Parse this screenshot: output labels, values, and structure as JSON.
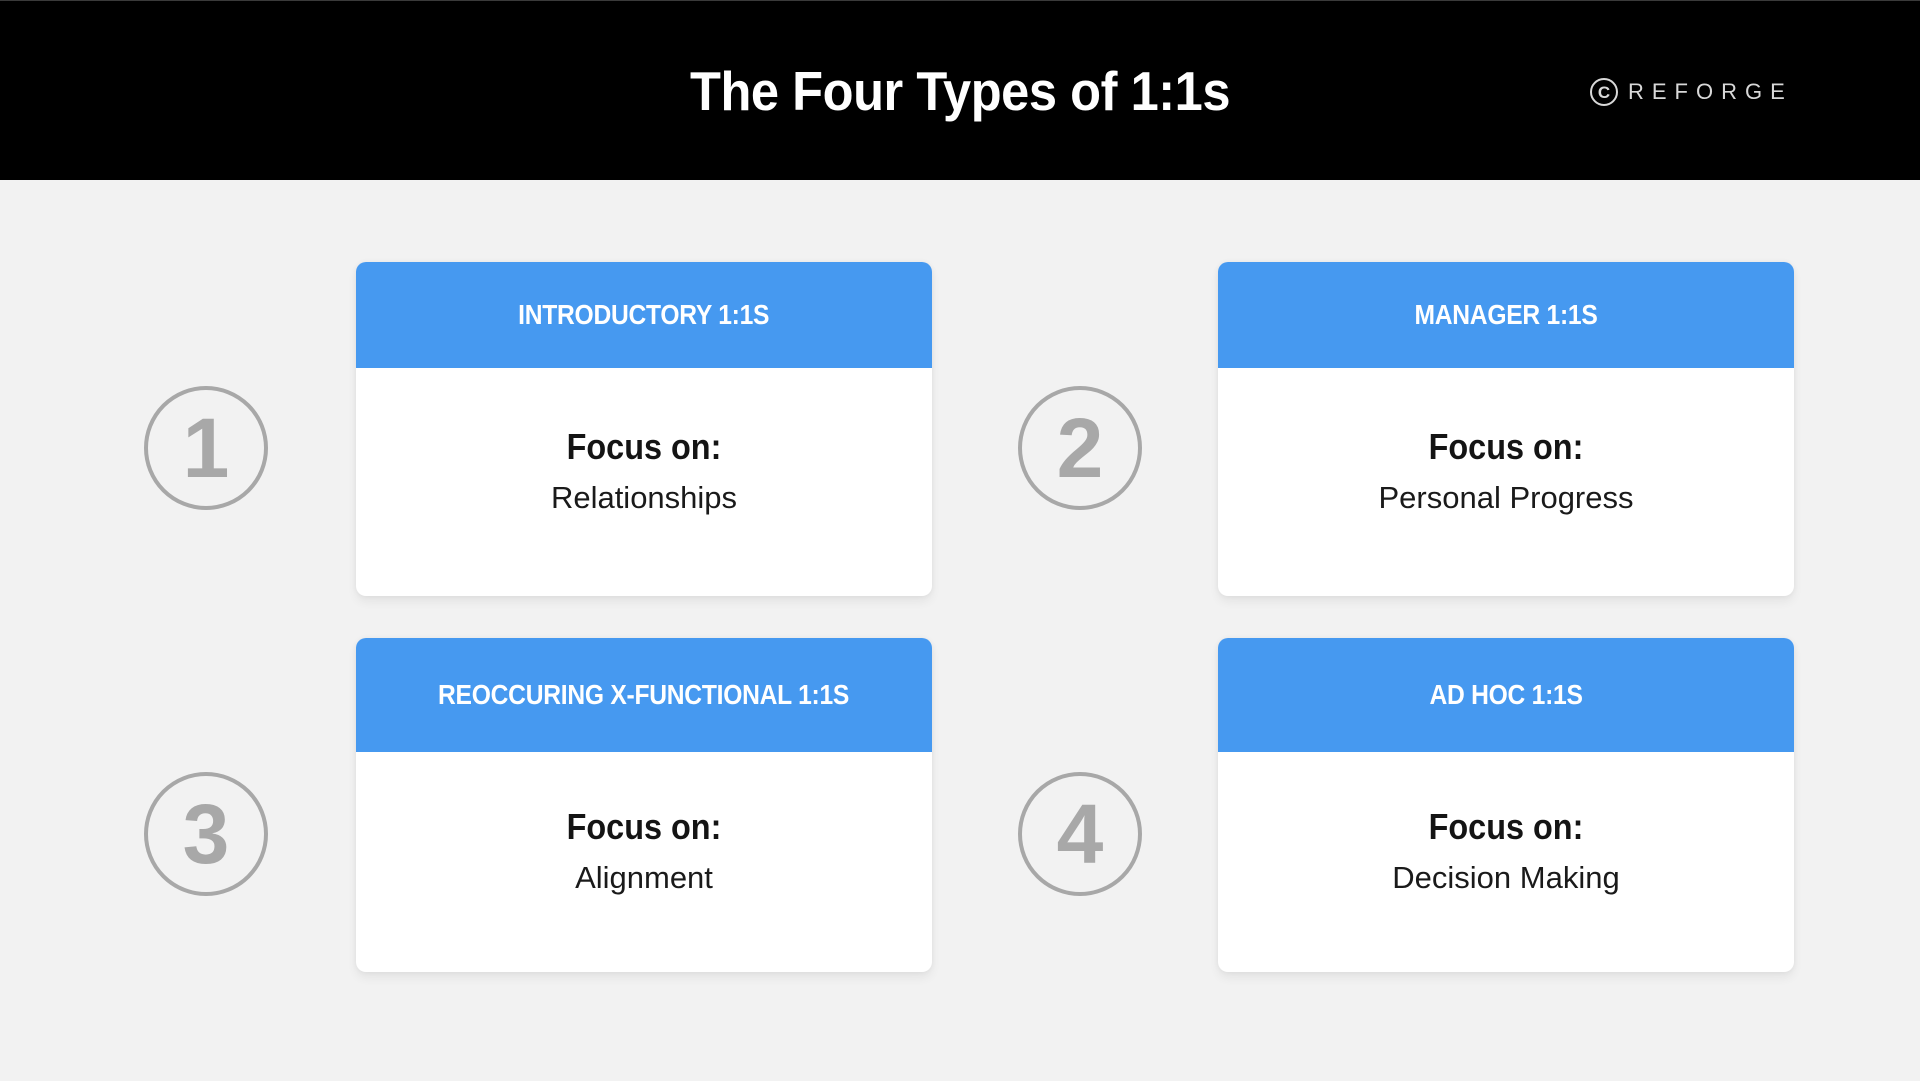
{
  "header": {
    "title": "The Four Types of 1:1s",
    "brand": {
      "icon": "copyright-circle-icon",
      "mark": "C",
      "name": "REFORGE"
    }
  },
  "colors": {
    "header_bg": "#000000",
    "page_bg": "#f2f2f2",
    "card_header": "#4699f0",
    "number_gray": "#a8a8a8"
  },
  "items": [
    {
      "number": "1",
      "title": "INTRODUCTORY 1:1S",
      "focus_label": "Focus on:",
      "focus_value": "Relationships"
    },
    {
      "number": "2",
      "title": "MANAGER 1:1S",
      "focus_label": "Focus on:",
      "focus_value": "Personal Progress"
    },
    {
      "number": "3",
      "title": "REOCCURING X-FUNCTIONAL 1:1S",
      "focus_label": "Focus on:",
      "focus_value": "Alignment"
    },
    {
      "number": "4",
      "title": "AD HOC 1:1S",
      "focus_label": "Focus on:",
      "focus_value": "Decision Making"
    }
  ]
}
